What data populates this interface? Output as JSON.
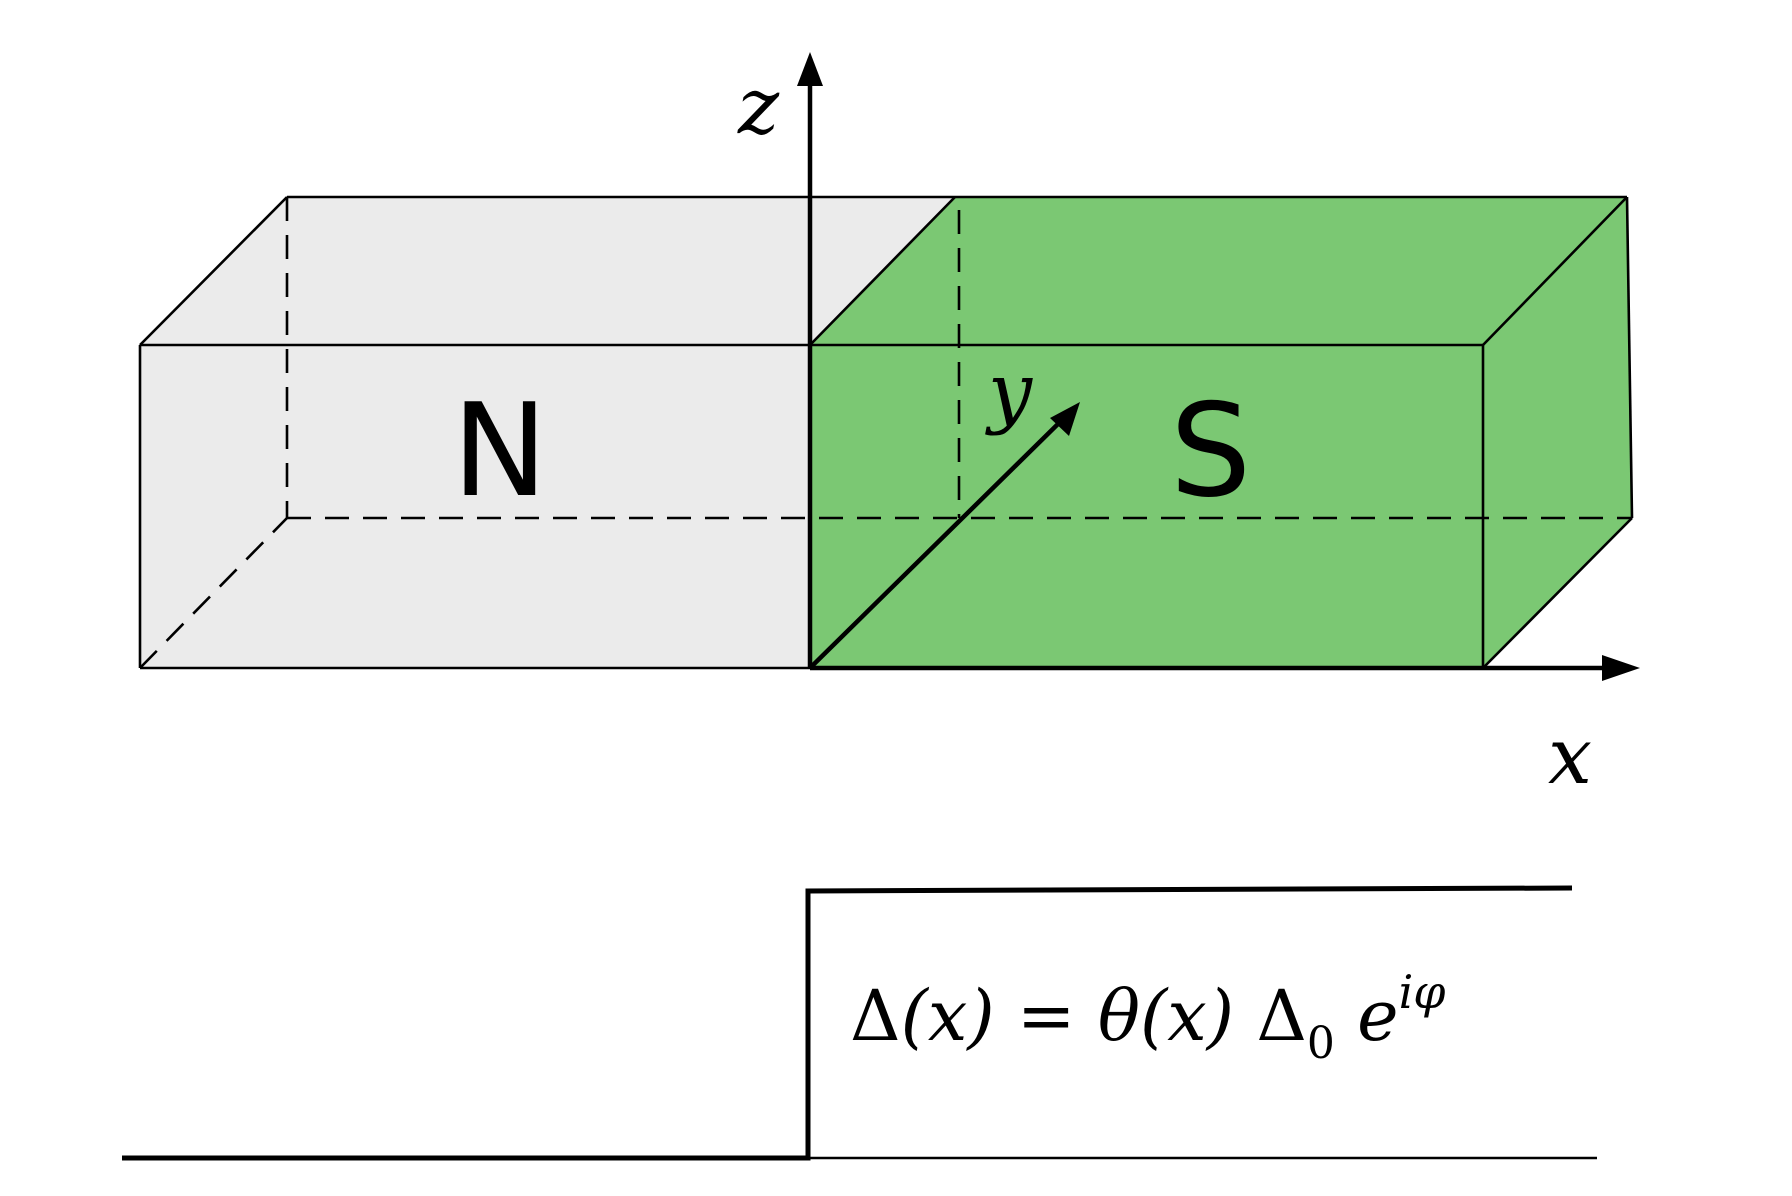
{
  "diagram": {
    "regions": {
      "normal": {
        "label": "N",
        "fill": "#ebebeb"
      },
      "superconductor": {
        "label": "S",
        "fill": "#7bc873"
      }
    },
    "axes": {
      "x": "x",
      "y": "y",
      "z": "z"
    },
    "formula": {
      "lhs_symbol": "Δ",
      "lhs_arg": "(x)",
      "equals": " = ",
      "theta": "θ",
      "theta_arg": "(x)",
      "delta": " Δ",
      "delta_sub": "0",
      "exp_base": " e",
      "exp_power": "iφ"
    },
    "colors": {
      "stroke": "#000000"
    }
  }
}
